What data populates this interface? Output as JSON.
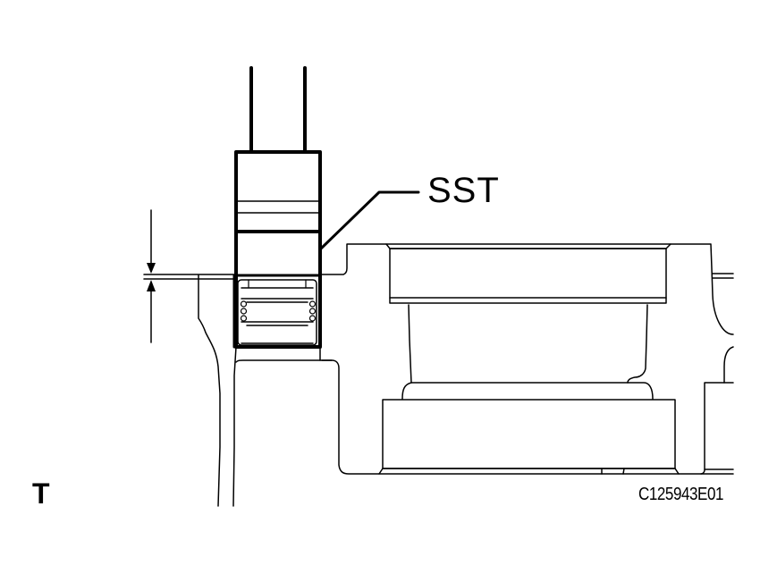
{
  "diagram": {
    "callout_label": "SST",
    "corner_label": "T",
    "figure_code": "C125943E01",
    "line_color": "#000000",
    "background": "#ffffff",
    "dimension": {
      "type": "gap-measurement",
      "arrows": [
        "down-arrow",
        "up-arrow"
      ]
    },
    "components": [
      "special-service-tool",
      "bearing",
      "housing",
      "upper-race",
      "lower-race"
    ]
  }
}
